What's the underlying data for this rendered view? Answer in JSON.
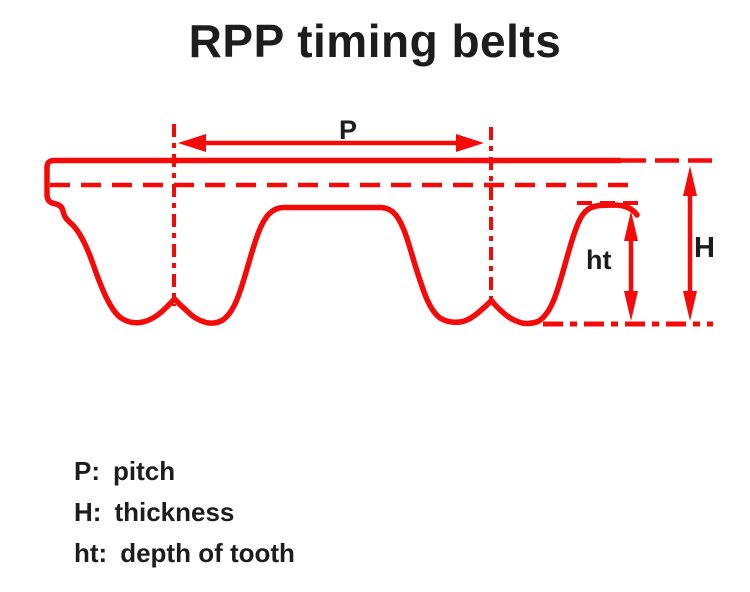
{
  "title": "RPP timing belts",
  "colors": {
    "diagram_red": "#f50a0a",
    "text_dark": "#1d1d1d"
  },
  "diagram": {
    "labels": {
      "pitch": "P",
      "thickness": "H",
      "tooth_depth": "ht"
    }
  },
  "legend": {
    "items": [
      {
        "key": "P:",
        "desc": "pitch"
      },
      {
        "key": "H:",
        "desc": "thickness"
      },
      {
        "key": "ht:",
        "desc": "depth of tooth"
      }
    ]
  }
}
